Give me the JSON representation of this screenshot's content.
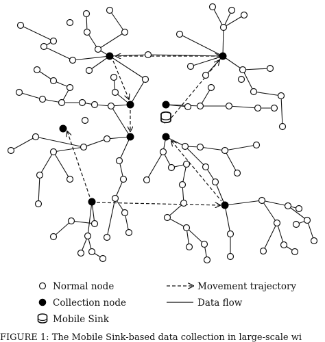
{
  "legend": {
    "normal_node": "Normal node",
    "collection_node": "Collection node",
    "mobile_sink": "Mobile Sink",
    "movement_trajectory": "Movement trajectory",
    "data_flow": "Data flow"
  },
  "caption": "FIGURE 1: The Mobile Sink-based data collection in large-scale wi",
  "colors": {
    "line": "#111111",
    "node_fill": "#ffffff",
    "collection_fill": "#000000"
  }
}
